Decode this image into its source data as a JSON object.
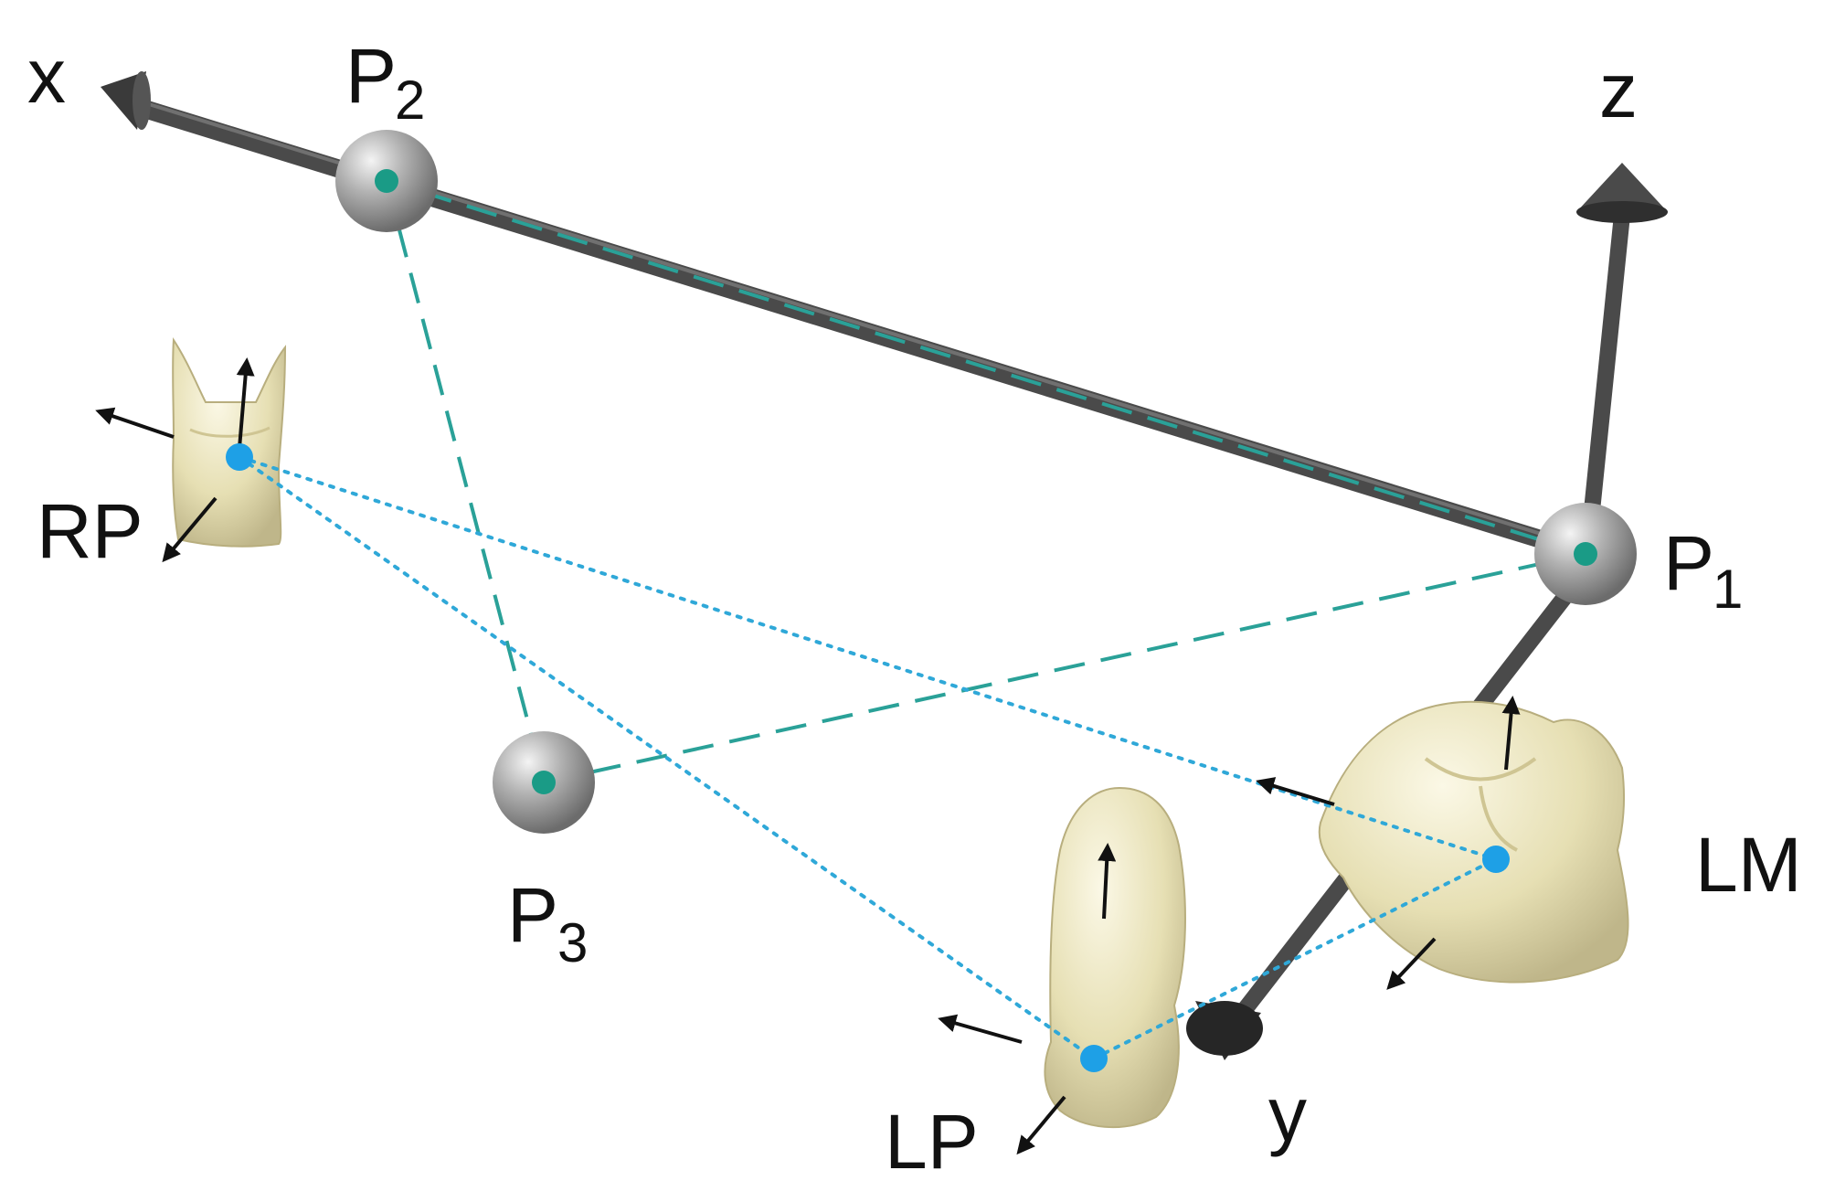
{
  "labels": {
    "x_axis": "x",
    "y_axis": "y",
    "z_axis": "z",
    "p1": "P",
    "p1_sub": "1",
    "p2": "P",
    "p2_sub": "2",
    "p3": "P",
    "p3_sub": "3",
    "rp": "RP",
    "lp": "LP",
    "lm": "LM"
  },
  "colors": {
    "rod": "#4e4e4e",
    "sphere": "#a6a6a6",
    "sphere_center": "#1a9b86",
    "dashed_line": "#2aa198",
    "dotted_line": "#2fa8d8",
    "tooth_point": "#1ea0e6",
    "tooth": "#e9e2b8",
    "arrow": "#111111"
  }
}
